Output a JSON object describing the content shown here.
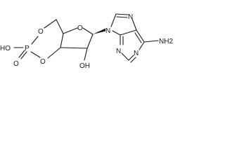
{
  "molecule": {
    "atoms": {
      "ho_left": "HO",
      "p": "P",
      "o_double": "O",
      "o_ring_top": "O",
      "o_ring_bottom": "O",
      "o_furanose": "O",
      "oh": "OH",
      "n9": "N",
      "n7": "N",
      "n3": "N",
      "n1": "N",
      "nh2": "NH2"
    },
    "colors": {
      "ink": "#1a1a1a",
      "background": "#ffffff"
    }
  }
}
